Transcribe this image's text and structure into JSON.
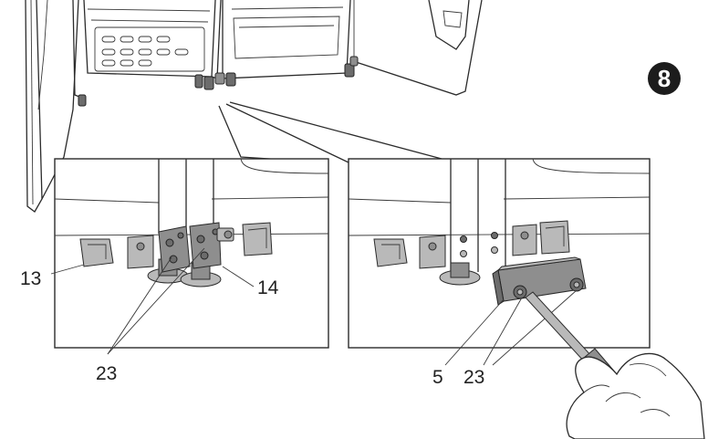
{
  "step": {
    "number": "8"
  },
  "callouts": {
    "left_panel": {
      "label_13": "13",
      "label_14": "14",
      "label_23": "23"
    },
    "right_panel": {
      "label_5": "5",
      "label_23": "23"
    }
  },
  "icons": [
    "refrigerator-base-illustration",
    "hinge-bracket-icon",
    "screwdriver-icon",
    "gloved-hand-icon"
  ]
}
